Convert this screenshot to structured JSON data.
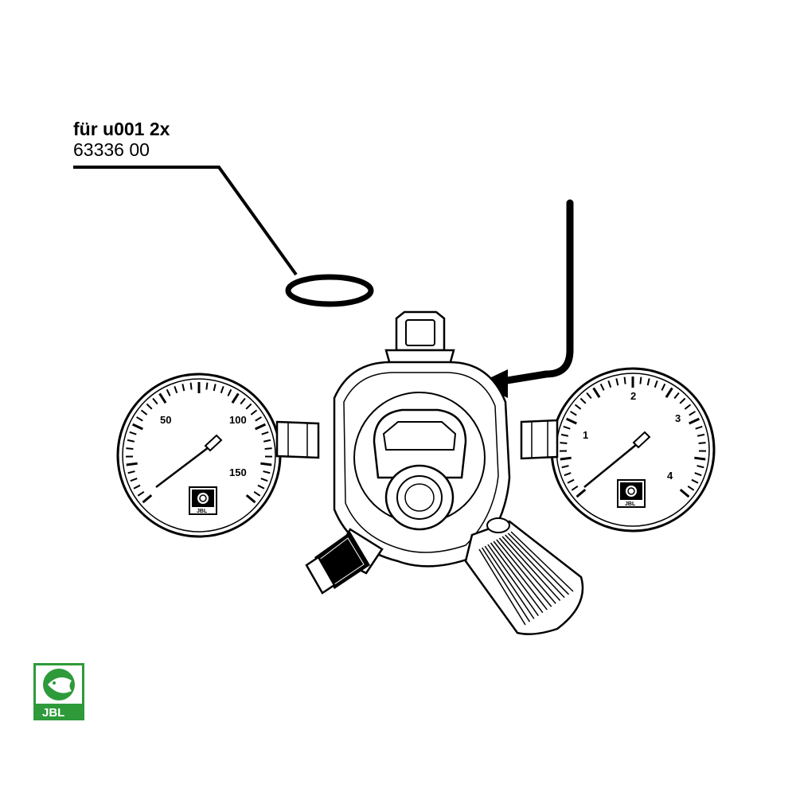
{
  "callout": {
    "line1": "für u001  2x",
    "line2": "63336 00"
  },
  "gauge_left": {
    "scale": [
      "50",
      "100",
      "150"
    ],
    "brand": "JBL"
  },
  "gauge_right": {
    "scale": [
      "1",
      "2",
      "3",
      "4"
    ],
    "brand": "JBL"
  },
  "logo": {
    "text": "JBL",
    "color": "#2e9a3a"
  },
  "colors": {
    "line": "#000000",
    "background": "#ffffff"
  }
}
